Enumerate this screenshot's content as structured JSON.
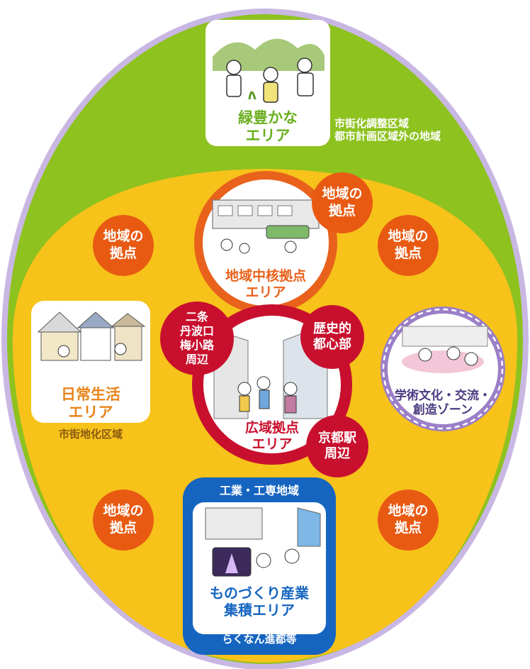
{
  "colors": {
    "outer_ring": "#c9b7e3",
    "outer_green": "#8dc21f",
    "inner_yellow": "#f7c21a",
    "hub_orange": "#e85a12",
    "core_red": "#c8102e",
    "industry_blue": "#1565c0",
    "academic_purple": "#9b7fc7",
    "green_text": "#6aaf1e",
    "orange_text": "#e8841a"
  },
  "areas": {
    "green_area": {
      "label": "緑豊かな\nエリア",
      "icon": "farmers-illustration"
    },
    "outer_zone_note": "市街化調整区域\n都市計画区域外の地域",
    "urban_zone_note": "市街地化区域",
    "regional_core": {
      "label": "地域中核拠点\nエリア",
      "icon": "station-illustration"
    },
    "daily_life": {
      "label": "日常生活\nエリア",
      "icon": "houses-illustration"
    },
    "wide_area": {
      "label": "広域拠点\nエリア",
      "icon": "city-towers-illustration"
    },
    "academic": {
      "label": "学術文化・交流・\n創造ゾーン",
      "icon": "cafe-illustration"
    },
    "industry": {
      "top_label": "工業・工専地域",
      "label": "ものづくり産業\n集積エリア",
      "bottom_label": "らくなん進都等",
      "icon": "factory-illustration"
    }
  },
  "hubs": {
    "regional": "地域の\n拠点",
    "nijo": "二条\n丹波口\n梅小路\n周辺",
    "historic": "歴史的\n都心部",
    "kyoto_station": "京都駅\n周辺"
  }
}
